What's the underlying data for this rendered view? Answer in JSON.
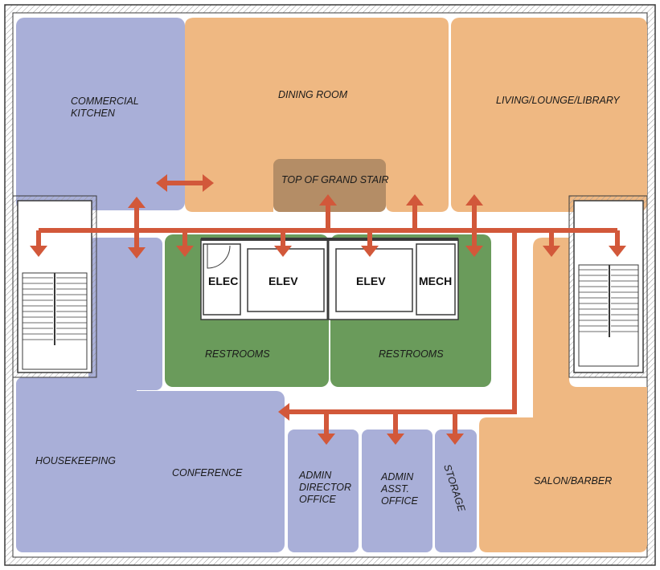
{
  "colors": {
    "blue": "#a9afd8",
    "orange": "#efb882",
    "green": "#6a9b5b",
    "brown": "#b48d66",
    "arrow": "#d2583a",
    "wall": "#3a3a3a"
  },
  "rooms": {
    "kitchen": [
      "COMMERCIAL",
      "KITCHEN"
    ],
    "dining": "DINING ROOM",
    "living": "LIVING/LOUNGE/LIBRARY",
    "grand_stair": "TOP OF GRAND STAIR",
    "restrooms_left": "RESTROOMS",
    "restrooms_right": "RESTROOMS",
    "housekeeping": "HOUSEKEEPING",
    "conference": "CONFERENCE",
    "admin_director": [
      "ADMIN",
      "DIRECTOR",
      "OFFICE"
    ],
    "admin_asst": [
      "ADMIN",
      "ASST.",
      "OFFICE"
    ],
    "storage": "STORAGE",
    "salon": "SALON/BARBER"
  },
  "service": {
    "elec": "ELEC",
    "elev1": "ELEV",
    "elev2": "ELEV",
    "mech": "MECH"
  }
}
